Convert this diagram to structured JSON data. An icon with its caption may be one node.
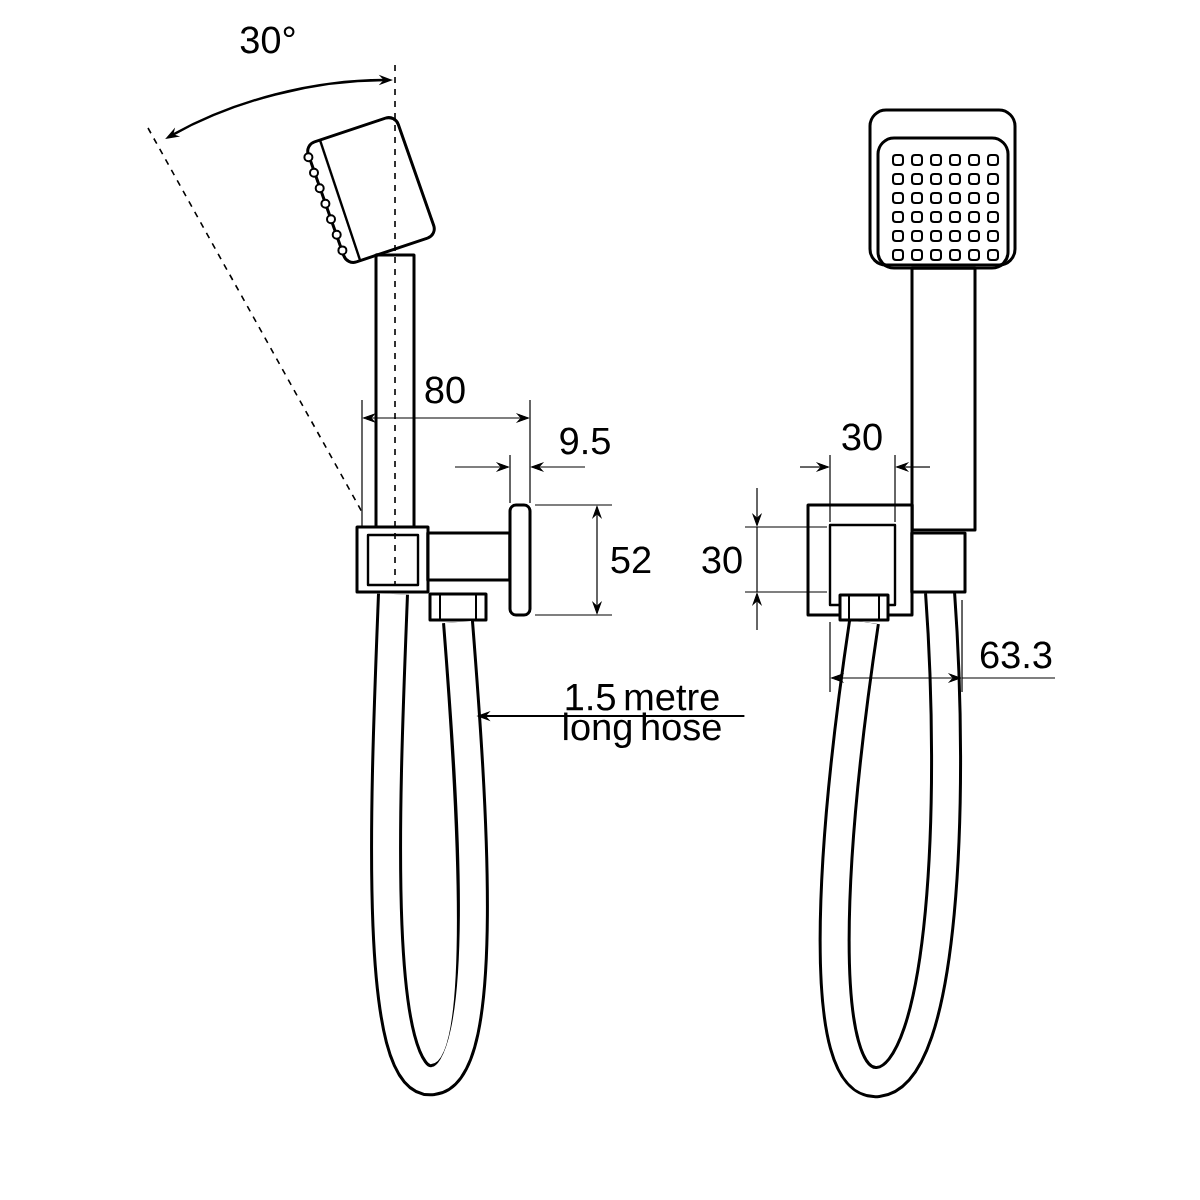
{
  "diagram": {
    "nodes": [
      {
        "text": [
          "1.5 metre long hose"
        ]
      },
      {
        "text": [],
        "shape": "picture"
      }
    ],
    "edges": [
      {
        "from": 0,
        "to": 1,
        "arrow": "to"
      }
    ],
    "labels": [
      "30°",
      "80",
      "9.5",
      "52",
      "30",
      "30",
      "63.3"
    ]
  }
}
